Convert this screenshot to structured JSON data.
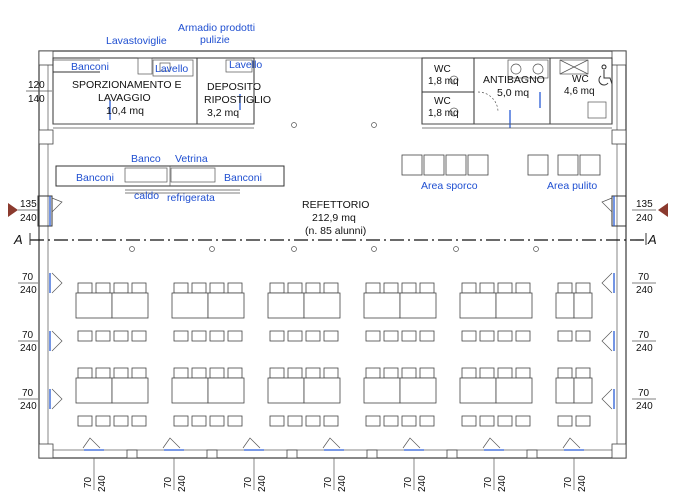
{
  "rooms": {
    "sporzionamento": {
      "name_line1": "SPORZIONAMENTO E",
      "name_line2": "LAVAGGIO",
      "area": "10,4 mq"
    },
    "deposito": {
      "name_line1": "DEPOSITO",
      "name_line2": "RIPOSTIGLIO",
      "area": "3,2 mq"
    },
    "wc1": {
      "name": "WC",
      "area": "1,8 mq"
    },
    "wc2": {
      "name": "WC",
      "area": "1,8 mq"
    },
    "antibagno": {
      "name": "ANTIBAGNO",
      "area": "5,0 mq"
    },
    "wc_disabili": {
      "name": "WC",
      "area": "4,6 mq"
    },
    "refettorio": {
      "name": "REFETTORIO",
      "area": "212,9 mq",
      "capacity": "(n. 85 alunni)"
    }
  },
  "labels": {
    "lavastoviglie": "Lavastoviglie",
    "armadio_1": "Armadio prodotti",
    "armadio_2": "pulizie",
    "lavello_1": "Lavello",
    "lavello_2": "Lavello",
    "banconi_kitchen": "Banconi",
    "banco": "Banco",
    "vetrina": "Vetrina",
    "banconi_left": "Banconi",
    "banconi_right": "Banconi",
    "caldo": "caldo",
    "refrigerata": "refrigerata",
    "area_sporco": "Area sporco",
    "area_pulito": "Area pulito"
  },
  "section": {
    "letter": "A"
  },
  "dimensions": {
    "left_top_w": "120",
    "left_top_h": "140",
    "main_door_w": "135",
    "main_door_h": "240",
    "side_window_w": "70",
    "side_window_h": "240"
  },
  "colors": {
    "annotation_blue": "#1f4fd1"
  }
}
